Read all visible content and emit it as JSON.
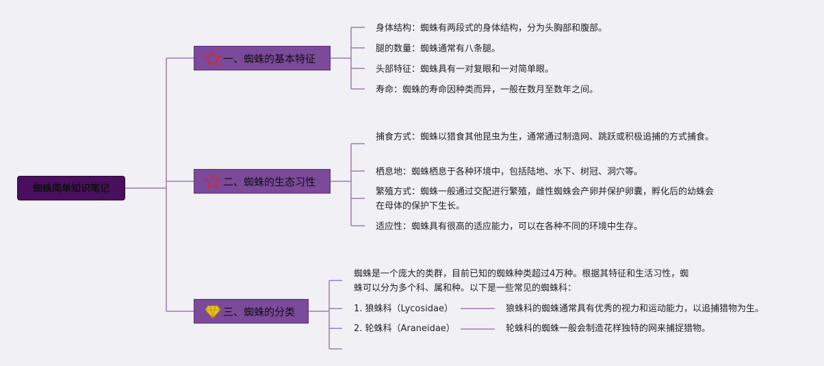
{
  "root": {
    "label": "蜘蛛简单知识笔记"
  },
  "topics": [
    {
      "label": "一、蜘蛛的基本特征",
      "icon": "star-outline-icon",
      "items": [
        "身体结构：蜘蛛有两段式的身体结构，分为头胸部和腹部。",
        "腿的数量：蜘蛛通常有八条腿。",
        "头部特征：蜘蛛具有一对复眼和一对简单眼。",
        "寿命：蜘蛛的寿命因种类而异，一般在数月至数年之间。"
      ]
    },
    {
      "label": "二、蜘蛛的生态习性",
      "icon": "star-outline-icon",
      "items": [
        "捕食方式：蜘蛛以猎食其他昆虫为生，通常通过制造网、跳跃或积极追捕的方式捕食。",
        "栖息地：蜘蛛栖息于各种环境中，包括陆地、水下、树冠、洞穴等。",
        "繁殖方式：蜘蛛一般通过交配进行繁殖，雌性蜘蛛会产卵并保护卵囊，孵化后的幼蛛会在母体的保护下生长。",
        "适应性：蜘蛛具有很高的适应能力，可以在各种不同的环境中生存。"
      ]
    },
    {
      "label": "三、蜘蛛的分类",
      "icon": "diamond-gem-icon",
      "intro": "蜘蛛是一个庞大的类群，目前已知的蜘蛛种类超过4万种。根据其特征和生活习性，蜘蛛可以分为多个科、属和种。以下是一些常见的蜘蛛科：",
      "families": [
        {
          "name": "1. 狼蛛科（Lycosidae）",
          "desc": "狼蛛科的蜘蛛通常具有优秀的视力和运动能力，以追捕猎物为生。"
        },
        {
          "name": "2. 轮蛛科（Araneidae）",
          "desc": "轮蛛科的蜘蛛一般会制造花样独特的网来捕捉猎物。"
        }
      ]
    }
  ],
  "colors": {
    "line": "#9b7bb0",
    "topic_bg": "#7c4a9a",
    "root_bg": "#4a0e5e",
    "star": "#c0304a",
    "gem": "#e8c020"
  }
}
